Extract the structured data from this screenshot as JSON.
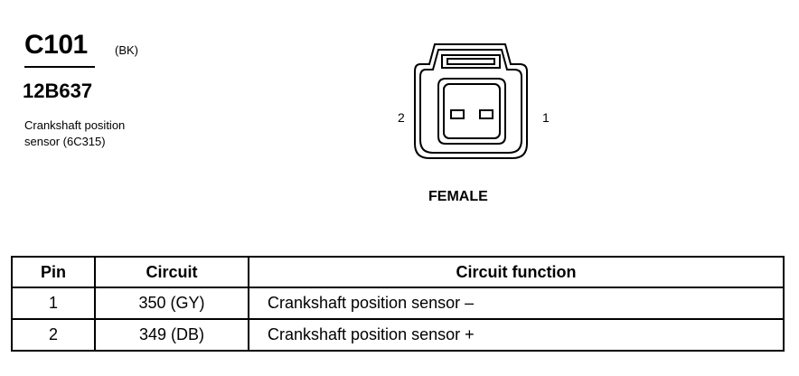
{
  "connector": {
    "id": "C101",
    "color": "(BK)",
    "part_number": "12B637",
    "description_line1": "Crankshaft position",
    "description_line2": "sensor (6C315)",
    "gender": "FEMALE",
    "pin_left": "2",
    "pin_right": "1"
  },
  "table": {
    "headers": {
      "pin": "Pin",
      "circuit": "Circuit",
      "function": "Circuit function"
    },
    "rows": [
      {
        "pin": "1",
        "circuit": "350 (GY)",
        "function": "Crankshaft position sensor  –"
      },
      {
        "pin": "2",
        "circuit": "349 (DB)",
        "function": "Crankshaft position sensor  +"
      }
    ]
  }
}
